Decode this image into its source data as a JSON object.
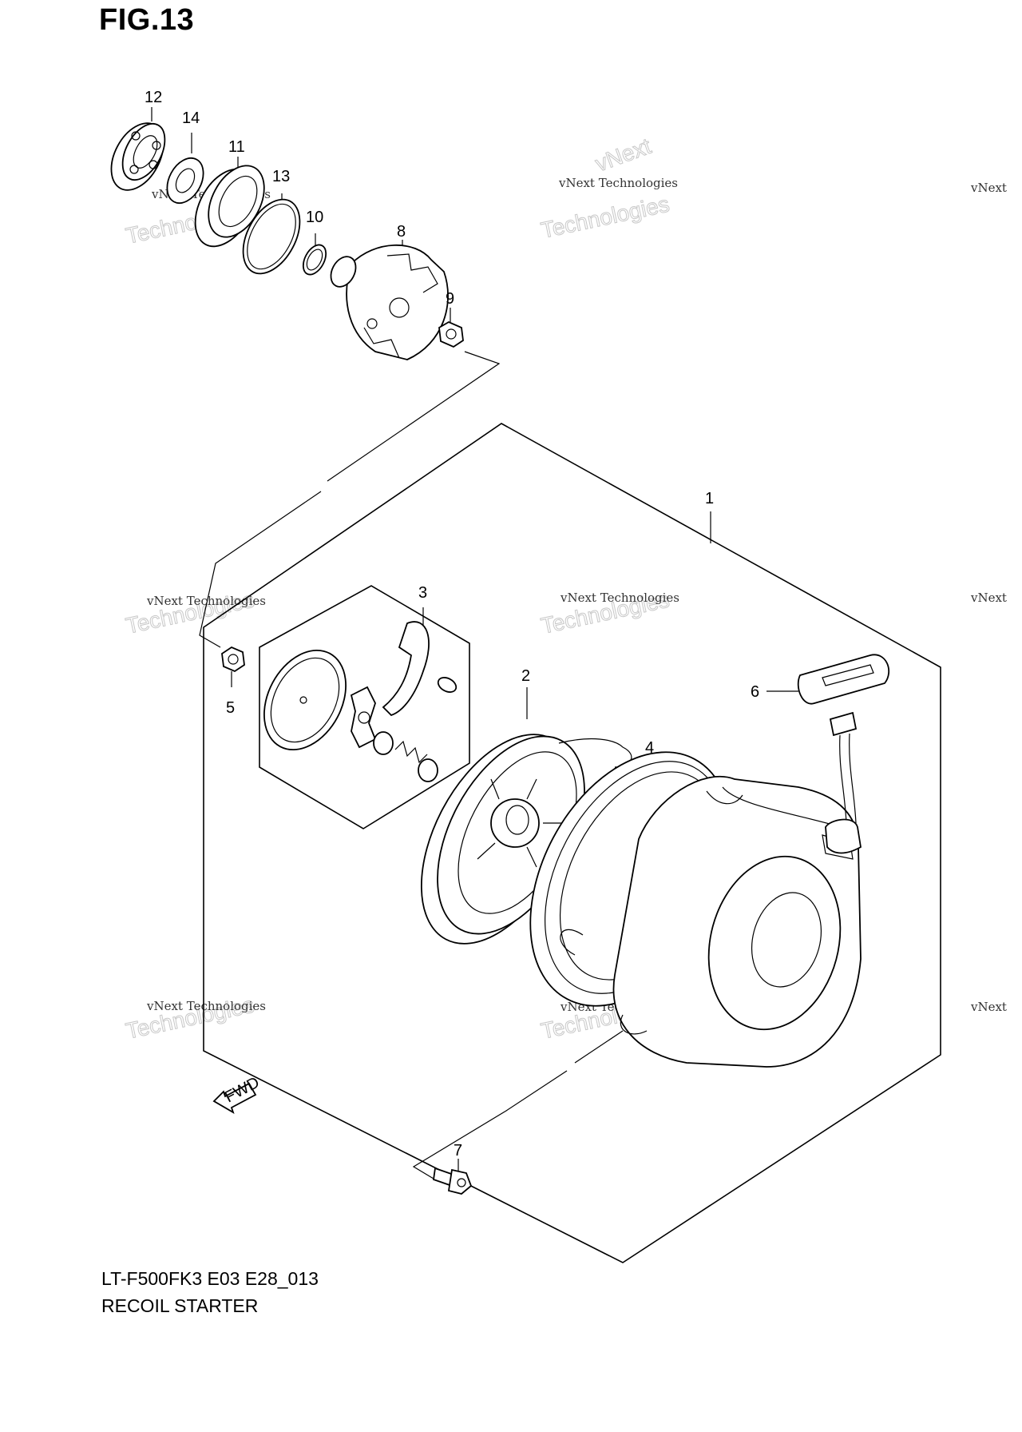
{
  "figure": {
    "title": "FIG.13",
    "caption_code": "LT-F500FK3 E03 E28_013",
    "caption_name": "RECOIL STARTER",
    "fwd_label": "FWD"
  },
  "watermark": {
    "line1": "vNext Technologies",
    "line2": "vNext",
    "line3": "Technologies"
  },
  "callouts": [
    {
      "id": "1",
      "label": "1"
    },
    {
      "id": "2",
      "label": "2"
    },
    {
      "id": "3",
      "label": "3"
    },
    {
      "id": "4",
      "label": "4"
    },
    {
      "id": "5",
      "label": "5"
    },
    {
      "id": "6",
      "label": "6"
    },
    {
      "id": "7",
      "label": "7"
    },
    {
      "id": "8",
      "label": "8"
    },
    {
      "id": "9",
      "label": "9"
    },
    {
      "id": "10",
      "label": "10"
    },
    {
      "id": "11",
      "label": "11"
    },
    {
      "id": "12",
      "label": "12"
    },
    {
      "id": "13",
      "label": "13"
    },
    {
      "id": "14",
      "label": "14"
    }
  ]
}
